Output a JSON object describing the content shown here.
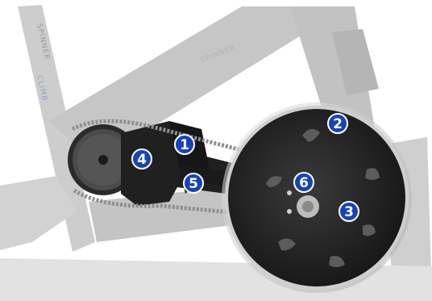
{
  "frame": {
    "brand_upright": "SPINNER",
    "brand_upright_sub": "CLIMB",
    "brand_top": "SPINNER"
  },
  "colors": {
    "frame": "#c9c9c9",
    "frame_dark": "#b4b4b4",
    "drive": "#1f1f1f",
    "chain": "#8f8f8f",
    "callout": "#1743b8",
    "callout_ring": "#ffffff"
  },
  "callouts": [
    {
      "id": "1",
      "label": "1"
    },
    {
      "id": "2",
      "label": "2"
    },
    {
      "id": "3",
      "label": "3"
    },
    {
      "id": "4",
      "label": "4"
    },
    {
      "id": "5",
      "label": "5"
    },
    {
      "id": "6",
      "label": "6"
    }
  ]
}
